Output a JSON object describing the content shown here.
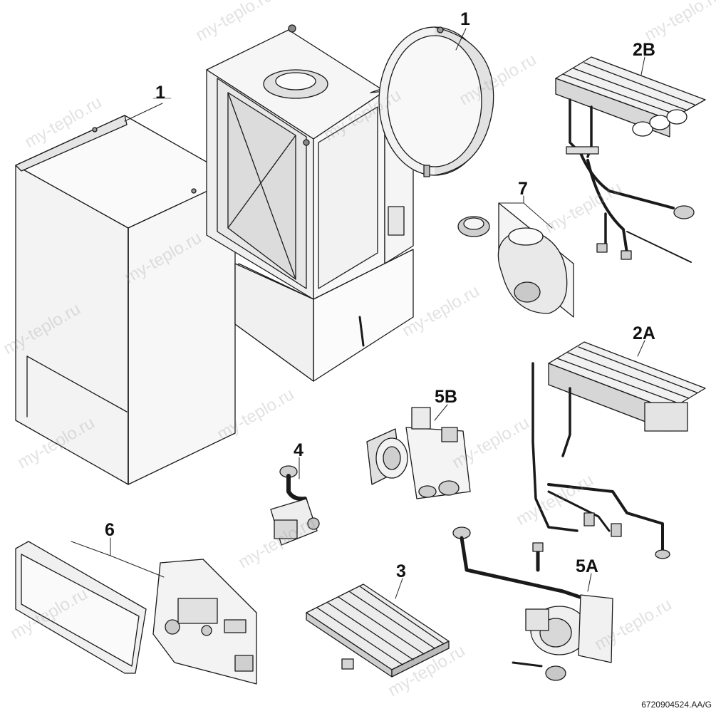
{
  "parts": [
    {
      "key": "casing_cover",
      "label": "1"
    },
    {
      "key": "expansion_vessel",
      "label": "1"
    },
    {
      "key": "heat_exchanger_b",
      "label": "2B"
    },
    {
      "key": "fan",
      "label": "7"
    },
    {
      "key": "heat_exchanger_a",
      "label": "2A"
    },
    {
      "key": "hydraulic_block_b",
      "label": "5B"
    },
    {
      "key": "gas_valve",
      "label": "4"
    },
    {
      "key": "control_unit",
      "label": "6"
    },
    {
      "key": "burner",
      "label": "3"
    },
    {
      "key": "pump_assembly_a",
      "label": "5A"
    }
  ],
  "document_code": "6720904524.AA/G",
  "watermark_text": "my-teplo.ru",
  "colors": {
    "line": "#1a1a1a",
    "fill_light": "#f4f4f4",
    "fill_mid": "#d9d9d9",
    "fill_dark": "#8c8c8c"
  }
}
